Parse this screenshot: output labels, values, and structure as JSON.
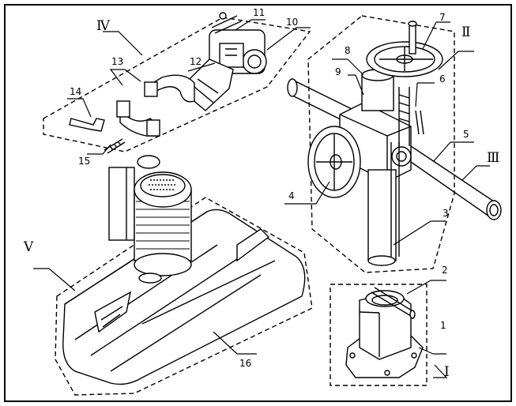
{
  "diagram": {
    "part_labels": [
      "1",
      "2",
      "3",
      "4",
      "5",
      "6",
      "7",
      "8",
      "9",
      "10",
      "11",
      "12",
      "13",
      "14",
      "15",
      "16"
    ],
    "group_labels": [
      "Ⅰ",
      "Ⅱ",
      "Ⅲ",
      "Ⅳ",
      "Ⅴ"
    ]
  }
}
